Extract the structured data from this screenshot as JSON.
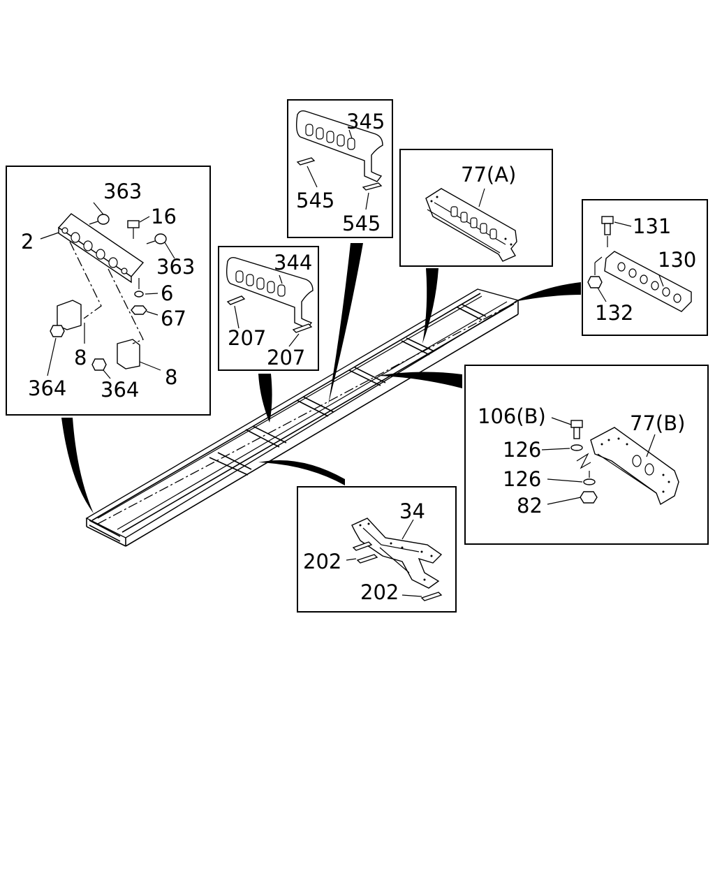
{
  "diagram": {
    "callouts": {
      "c2": "2",
      "c363a": "363",
      "c16": "16",
      "c363b": "363",
      "c6": "6",
      "c67": "67",
      "c8a": "8",
      "c8b": "8",
      "c364a": "364",
      "c364b": "364",
      "c344": "344",
      "c207a": "207",
      "c207b": "207",
      "c345": "345",
      "c545a": "545",
      "c545b": "545",
      "c77a": "77(A)",
      "c131": "131",
      "c130": "130",
      "c132": "132",
      "c106b": "106(B)",
      "c77b": "77(B)",
      "c126a": "126",
      "c126b": "126",
      "c82": "82",
      "c34": "34",
      "c202a": "202",
      "c202b": "202"
    }
  }
}
